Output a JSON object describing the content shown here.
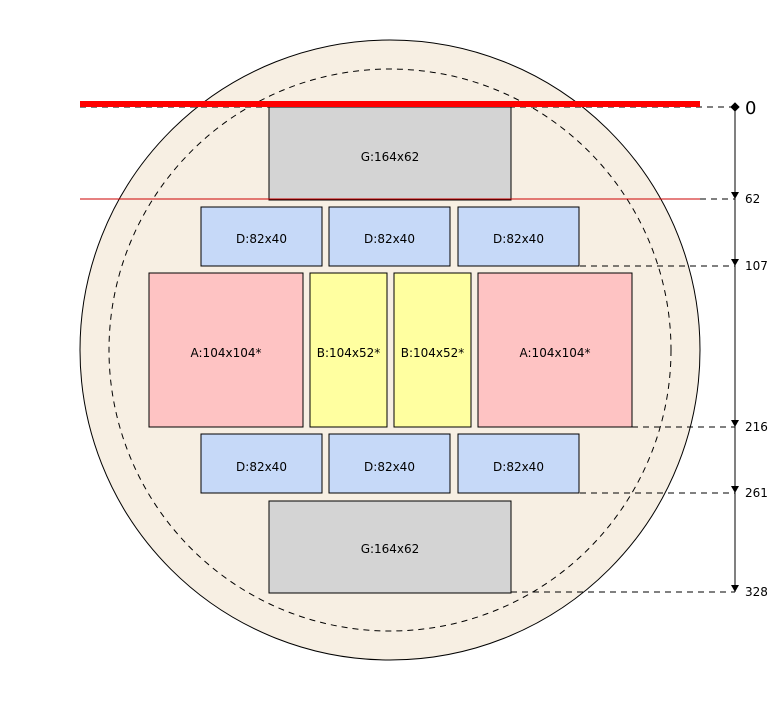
{
  "diagram": {
    "colors": {
      "wafer_fill": "#f7efe3",
      "G": "#d4d4d4",
      "D": "#c6d9f8",
      "A": "#fec3c3",
      "B": "#ffffa0",
      "reference_line": "#ff0000"
    },
    "blocks": {
      "g_top": "G:164x62",
      "d_row1": [
        "D:82x40",
        "D:82x40",
        "D:82x40"
      ],
      "a_left": "A:104x104*",
      "b_left": "B:104x52*",
      "b_right": "B:104x52*",
      "a_right": "A:104x104*",
      "d_row2": [
        "D:82x40",
        "D:82x40",
        "D:82x40"
      ],
      "g_bottom": "G:164x62"
    },
    "scale_ticks": [
      "0",
      "62",
      "107",
      "216",
      "261",
      "328"
    ]
  }
}
